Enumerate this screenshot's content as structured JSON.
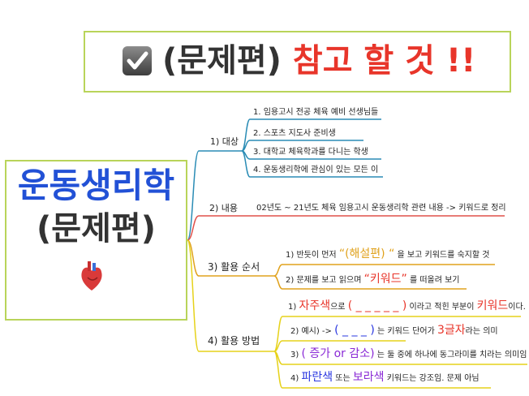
{
  "title": {
    "check_icon": "check-box-icon",
    "part1": "(문제편)",
    "part2": "참고 할 것 !!"
  },
  "center": {
    "title": "운동생리학",
    "subtitle": "(문제편)",
    "icon": "heart-icon"
  },
  "branches": {
    "target": {
      "label": "1) 대상",
      "items": [
        "1. 임용고시 전공 체육 예비 선생님들",
        "2. 스포츠 지도사 준비생",
        "3. 대학교 체육학과를 다니는 학생",
        "4. 운동생리학에 관심이 있는 모든 이"
      ]
    },
    "content": {
      "label": "2) 내용",
      "text": "02년도 ~ 21년도 체육 임용고시 운동생리학 관련 내용 -> 키워드로 정리"
    },
    "order": {
      "label": "3) 활용 순서",
      "item1": {
        "pre": "1) 반듯이 먼저",
        "highlight": "“(해설편) “",
        "post": "을 보고 키워드를 숙지할 것"
      },
      "item2": {
        "pre": "2) 문제를 보고 읽으며",
        "highlight": "“키워드”",
        "post": "를 떠올려 보기"
      }
    },
    "method": {
      "label": "4) 활용 방법",
      "item1": {
        "pre": "1)",
        "hl1": "자주색",
        "mid1": "으로",
        "hl2": "( _ _ _ _ _ )",
        "mid2": "이라고 적힌 부분이",
        "hl3": "키워드",
        "post": "이다."
      },
      "item2": {
        "pre": "2)  예시)  ->",
        "hl1": "( _ _ _ )",
        "mid1": "는 키워드 단어가",
        "hl2": "3글자",
        "post": "라는 의미"
      },
      "item3": {
        "pre": "3)",
        "hl1": "( 증가 or 감소)",
        "post": "는 둘 중에 하나에 동그라미를 치라는 의미임"
      },
      "item4": {
        "pre": "4)",
        "hl1": "파란색",
        "mid1": "또는",
        "hl2": "보라색",
        "post": "키워드는 강조임. 문제 아님"
      }
    }
  },
  "colors": {
    "box_border": "#b9d45a",
    "target": "#2a8cb5",
    "content": "#e0504a",
    "order": "#e0a21d",
    "method": "#e6d21a",
    "accent_red": "#e8352a",
    "accent_blue": "#2a37e0",
    "accent_purple": "#8a2ad6"
  }
}
